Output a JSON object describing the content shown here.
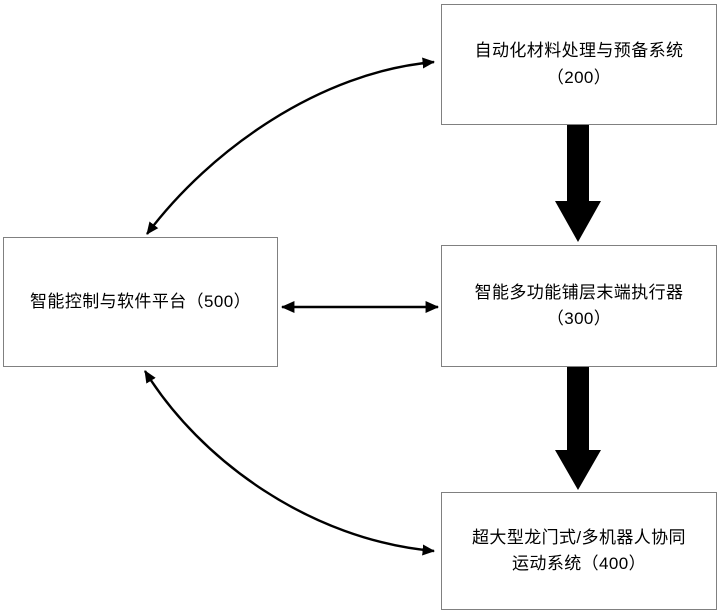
{
  "diagram": {
    "background_color": "#ffffff",
    "box_border_color": "#808080",
    "connector_color": "#000000",
    "text_color": "#000000",
    "nodes": [
      {
        "id": "200",
        "name": "automated-material-handling-system",
        "label": "自动化材料处理与预备系统\n（200）",
        "number": "200"
      },
      {
        "id": "300",
        "name": "intelligent-multifunction-layup-end-effector",
        "label": "智能多功能铺层末端执行器\n（300）",
        "number": "300"
      },
      {
        "id": "400",
        "name": "ultra-large-gantry-multi-robot-motion-system",
        "label": "超大型龙门式/多机器人协同\n运动系统（400）",
        "number": "400"
      },
      {
        "id": "500",
        "name": "intelligent-control-software-platform",
        "label": "智能控制与软件平台（500）",
        "number": "500"
      }
    ],
    "edges": [
      {
        "id": "edge-500-200",
        "name": "curved-bidirectional-arrow-platform-to-material-system",
        "from": "500",
        "to": "200",
        "style": "curved",
        "arrowheads": "both"
      },
      {
        "id": "edge-200-300",
        "name": "thick-block-arrow-material-system-to-end-effector",
        "from": "200",
        "to": "300",
        "style": "thick-block",
        "arrowheads": "end"
      },
      {
        "id": "edge-500-300",
        "name": "bidirectional-arrow-platform-to-end-effector",
        "from": "500",
        "to": "300",
        "style": "straight",
        "arrowheads": "both"
      },
      {
        "id": "edge-300-400",
        "name": "thick-block-arrow-end-effector-to-motion-system",
        "from": "300",
        "to": "400",
        "style": "thick-block",
        "arrowheads": "end"
      },
      {
        "id": "edge-500-400",
        "name": "curved-bidirectional-arrow-platform-to-motion-system",
        "from": "500",
        "to": "400",
        "style": "curved",
        "arrowheads": "both"
      }
    ]
  }
}
